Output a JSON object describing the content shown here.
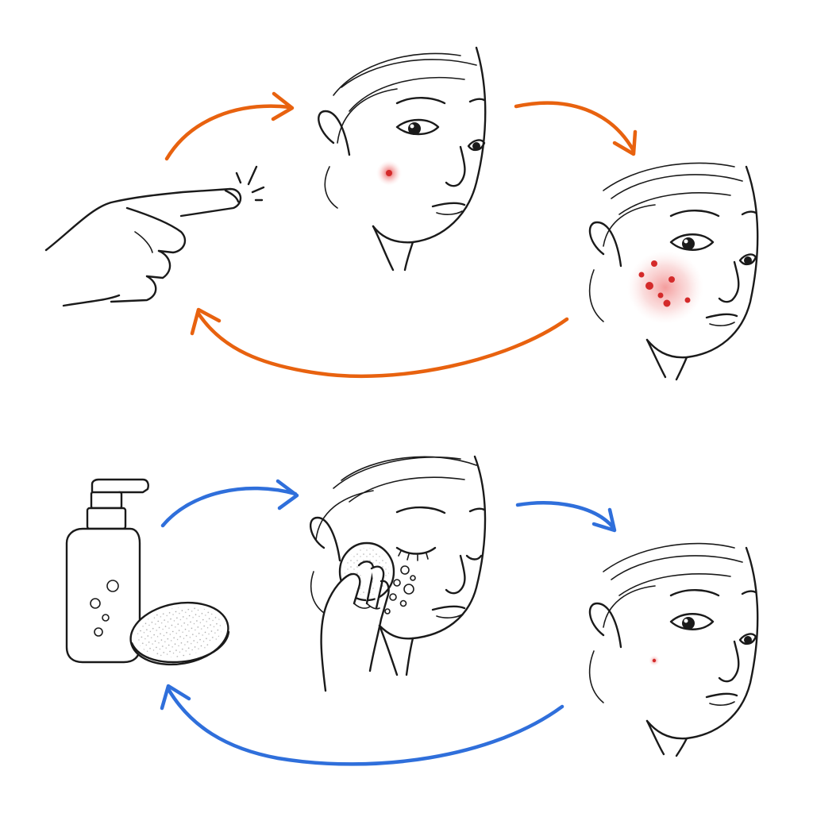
{
  "diagram": {
    "cycles": [
      {
        "id": "bad-habit-cycle",
        "arrow_color": "#e8620f",
        "steps": [
          "finger-touching",
          "face-one-pimple",
          "face-many-pimples"
        ]
      },
      {
        "id": "good-habit-cycle",
        "arrow_color": "#2f6fdb",
        "steps": [
          "cleanser-and-pad",
          "face-cleansing",
          "face-clear-skin"
        ]
      }
    ],
    "colors": {
      "ink": "#1a1a1a",
      "pimple": "#d42a2a",
      "redness": "#f2a7a7",
      "background": "#ffffff"
    }
  }
}
